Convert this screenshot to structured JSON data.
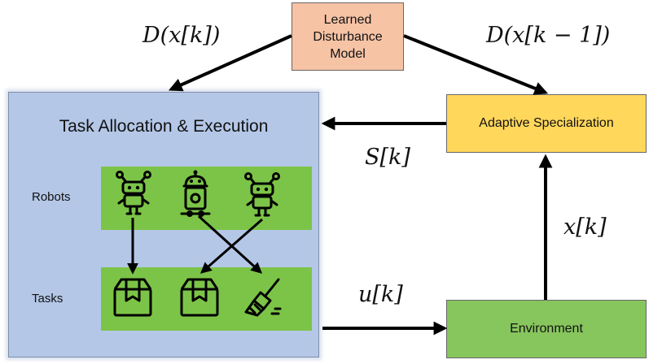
{
  "model_box": {
    "line1": "Learned",
    "line2": "Disturbance",
    "line3": "Model"
  },
  "adaptive_box": {
    "label": "Adaptive Specialization"
  },
  "environment_box": {
    "label": "Environment"
  },
  "task_panel": {
    "title": "Task Allocation & Execution",
    "robots_label": "Robots",
    "tasks_label": "Tasks"
  },
  "signals": {
    "d_current": "D(x[k])",
    "d_previous": "D(x[k − 1])",
    "specialization": "S[k]",
    "state": "x[k]",
    "input": "u[k]"
  },
  "icons": {
    "robots": [
      "robot-antenna-icon",
      "robot-tall-icon",
      "robot-antenna-icon"
    ],
    "tasks": [
      "box-icon",
      "box-icon",
      "broom-icon"
    ]
  },
  "colors": {
    "model": "#f6c3a5",
    "adaptive": "#ffd75a",
    "environment": "#87c55d",
    "panel": "#b4c7e7",
    "band": "#7cc447"
  }
}
